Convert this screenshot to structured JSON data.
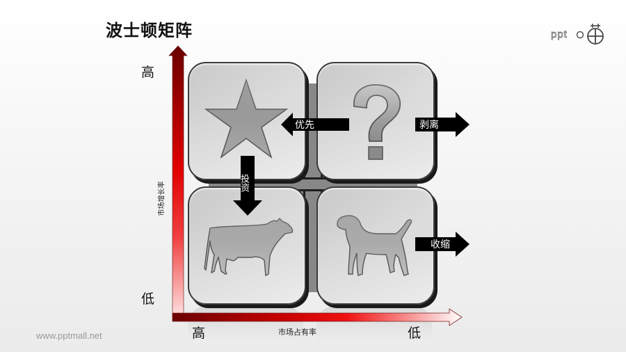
{
  "header": {
    "title": "波士顿矩阵",
    "logo_text": "PPT",
    "logo_icon": "ppt-cross-circle-logo"
  },
  "footer": {
    "url": "www.pptmall.net"
  },
  "axes": {
    "y": {
      "title": "市场增长率",
      "high_label": "高",
      "low_label": "低",
      "color_start": "#7a0000",
      "color_end": "#ffe6e6"
    },
    "x": {
      "title": "市场占有率",
      "high_label": "高",
      "low_label": "低",
      "color_start": "#7a0000",
      "color_end": "#ffffff"
    }
  },
  "quadrants": [
    {
      "id": "star",
      "icon": "star-icon",
      "position": "top-left"
    },
    {
      "id": "question",
      "icon": "question-mark-icon",
      "position": "top-right"
    },
    {
      "id": "cash-cow",
      "icon": "cow-icon",
      "position": "bottom-left"
    },
    {
      "id": "dog",
      "icon": "dog-icon",
      "position": "bottom-right"
    }
  ],
  "arrows": {
    "priority": {
      "label": "优先",
      "direction": "left"
    },
    "divest": {
      "label": "剥离",
      "direction": "right"
    },
    "invest": {
      "label": "投资",
      "direction": "down"
    },
    "shrink": {
      "label": "收缩",
      "direction": "right"
    }
  },
  "colors": {
    "arrow_fill": "#000000",
    "tile_light": "#ececec",
    "tile_dark": "#b9b9b9",
    "axis_red": "#e00000"
  }
}
